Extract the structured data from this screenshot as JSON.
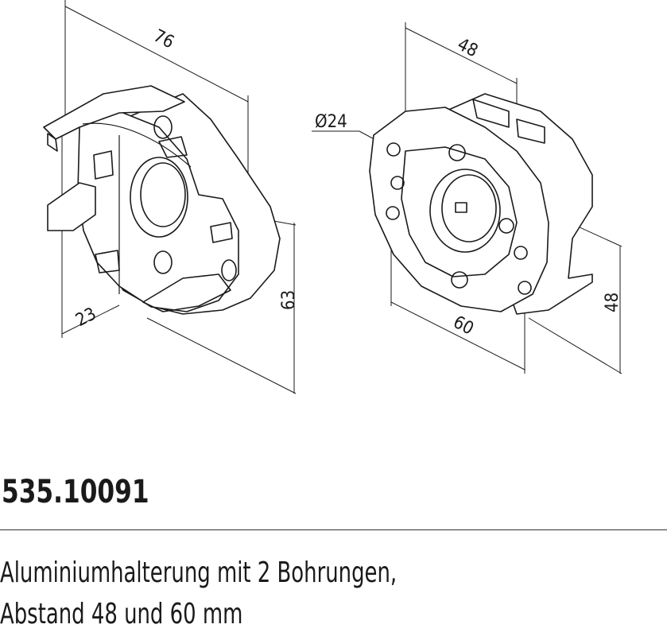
{
  "article_number": "535.10091",
  "description": {
    "line1": "Aluminiumhalterung mit 2 Bohrungen,",
    "line2": "Abstand 48 und 60 mm"
  },
  "left_view": {
    "dim_width": "76",
    "dim_depth": "23",
    "dim_height": "63"
  },
  "right_view": {
    "dim_top": "48",
    "dim_diameter": "Ø24",
    "dim_bottom": "60",
    "dim_side": "48"
  }
}
